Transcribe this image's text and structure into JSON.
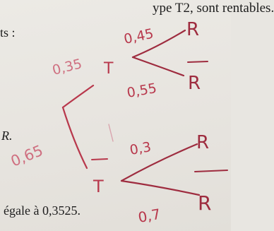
{
  "printed": {
    "line1": "ype T2, sont rentables.",
    "line2": "ts :",
    "line3": "R.",
    "line4": "égale à 0,3525."
  },
  "tree": {
    "p_T": "0,35",
    "p_Tbar": "0,65",
    "T": "T",
    "Tbar": "T",
    "p_R_given_T": "0,45",
    "p_Rbar_given_T": "0,55",
    "p_R_given_Tbar": "0,3",
    "p_Rbar_given_Tbar": "0,7",
    "R_top": "R",
    "Rbar_top": "R",
    "R_bottom": "R",
    "Rbar_bottom": "R"
  },
  "colors": {
    "ink_red": "#b8384c",
    "ink_pink": "#cf6f80",
    "ink_dark": "#9e2c3f",
    "print": "#1c1c1c"
  }
}
